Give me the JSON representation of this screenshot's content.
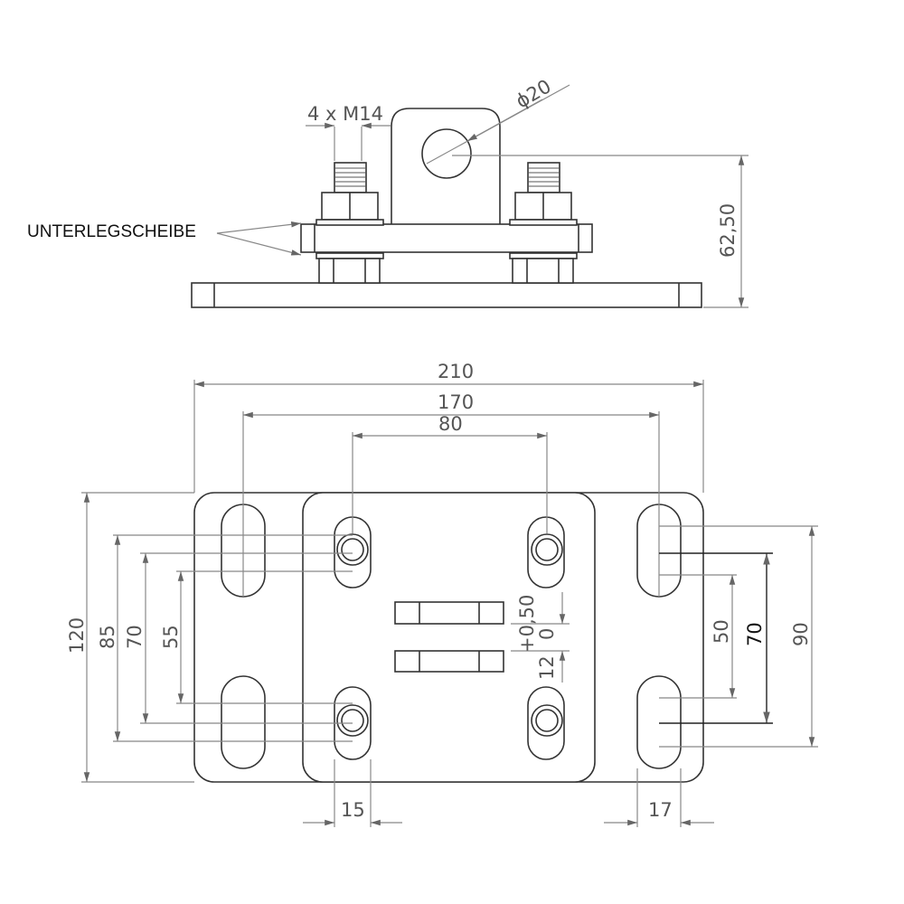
{
  "side_view": {
    "washer_label": "UNTERLEGSCHEIBE",
    "bolt_dim": "4 x M14",
    "hole_dim": "ϕ20",
    "height_dim": "62,50"
  },
  "top_view": {
    "width_total": "210",
    "slot_spacing_outer": "170",
    "bolt_spacing_x": "80",
    "height_total": "120",
    "slot_outer_left": "85",
    "slot_mid_left": "70",
    "slot_inner_left": "55",
    "slot_inner_right": "50",
    "bolt_spacing_y": "70",
    "slot_outer_right": "90",
    "tolerance_upper": "+0,50",
    "tolerance_lower": "0",
    "gap_dim": "12",
    "slot_width_left": "15",
    "slot_width_right": "17"
  }
}
